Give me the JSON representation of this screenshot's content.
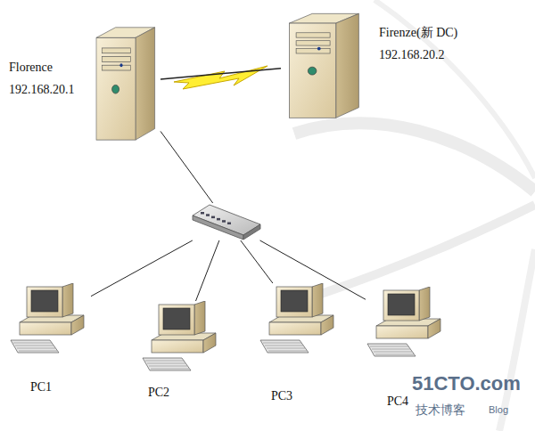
{
  "diagram": {
    "nodes": [
      {
        "text": [
          "Florence",
          "192.168.20.1"
        ]
      },
      {
        "text": [
          "Firenze(新 DC)",
          "192.168.20.2"
        ]
      },
      {
        "text": []
      },
      {
        "text": [
          "PC1"
        ]
      },
      {
        "text": [
          "PC2"
        ]
      },
      {
        "text": [
          "PC3"
        ]
      },
      {
        "text": [
          "PC4"
        ]
      }
    ],
    "edges": [
      {
        "from": 0,
        "to": 1,
        "arrow": "none"
      },
      {
        "from": 0,
        "to": 2,
        "arrow": "none"
      },
      {
        "from": 2,
        "to": 3,
        "arrow": "none"
      },
      {
        "from": 2,
        "to": 4,
        "arrow": "none"
      },
      {
        "from": 2,
        "to": 5,
        "arrow": "none"
      },
      {
        "from": 2,
        "to": 6,
        "arrow": "none"
      }
    ],
    "labels": [
      "51CTO.com",
      "技术博客",
      "Blog"
    ]
  }
}
